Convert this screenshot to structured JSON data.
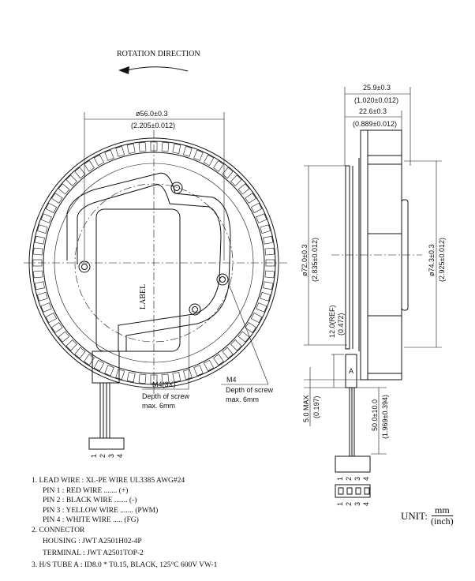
{
  "rotation_label": "ROTATION DIRECTION",
  "front_view": {
    "label_text": "LABEL",
    "dia_56": "ø56.0±0.3",
    "dia_56_inch": "(2.205±0.012)",
    "m4_3x": "M4(3X)",
    "m4_3x_note1": "Depth of screw",
    "m4_3x_note2": "max. 6mm",
    "m4": "M4",
    "m4_note1": "Depth of screw",
    "m4_note2": "max. 6mm",
    "pins": [
      "1",
      "2",
      "3",
      "4"
    ]
  },
  "side_view": {
    "w1": "25.9±0.3",
    "w1_inch": "(1.020±0.012)",
    "w2": "22.6±0.3",
    "w2_inch": "(0.889±0.012)",
    "dia72": "ø72.0±0.3",
    "dia72_inch": "(2.835±0.012)",
    "dia74": "ø74.3±0.3",
    "dia74_inch": "(2.925±0.012)",
    "ref12": "12.0(REF)",
    "ref12_inch": "(0.472)",
    "max5": "5.0 MAX",
    "max5_inch": "(0.197)",
    "lead": "50.0±10.0",
    "lead_inch": "(1.969±0.394)",
    "tube_mark": "A",
    "pins": [
      "1",
      "2",
      "3",
      "4"
    ]
  },
  "notes": {
    "n1": "1. LEAD WIRE : XL-PE WIRE UL3385 AWG#24",
    "pin1": "PIN 1 : RED WIRE ....... (+)",
    "pin2": "PIN 2 : BLACK WIRE ....... (-)",
    "pin3": "PIN 3 : YELLOW WIRE ....... (PWM)",
    "pin4": "PIN 4 : WHITE WIRE ..... (FG)",
    "n2": "2. CONNECTOR",
    "housing": "HOUSING : JWT A2501H02-4P",
    "terminal": "TERMINAL : JWT A2501TOP-2",
    "n3": "3. H/S TUBE A : ID8.0 * T0.15, BLACK, 125°C 600V VW-1"
  },
  "unit": {
    "label": "UNIT:",
    "num": "mm",
    "den": "(inch)"
  }
}
